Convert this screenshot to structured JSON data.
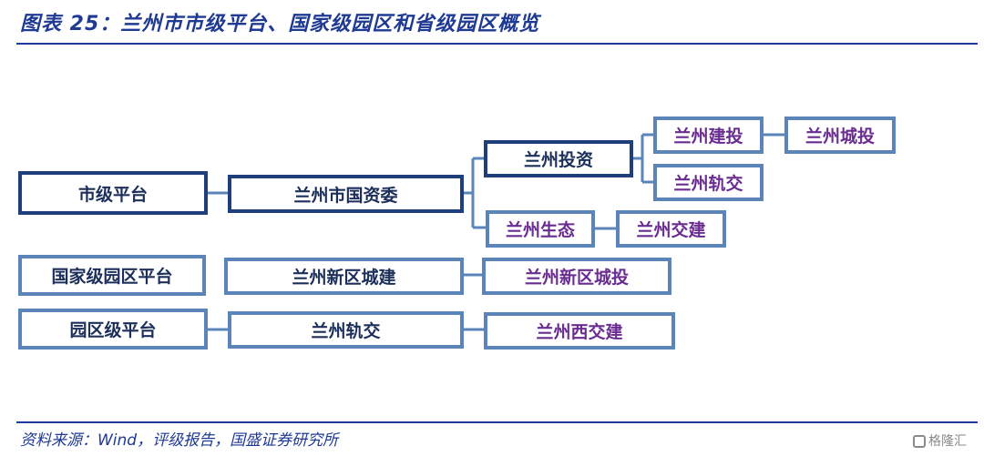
{
  "header": {
    "title": "图表 25：兰州市市级平台、国家级园区和省级园区概览"
  },
  "footer": {
    "source": "资料来源：Wind，评级报告，国盛证券研究所",
    "watermark": "格隆汇"
  },
  "diagram": {
    "nodes": {
      "city_platform": "市级平台",
      "sasac": "兰州市国资委",
      "lz_invest": "兰州投资",
      "lz_construction_invest": "兰州建投",
      "lz_city_invest": "兰州城投",
      "lz_rail_transit_top": "兰州轨交",
      "lz_ecology": "兰州生态",
      "lz_jiaojian": "兰州交建",
      "national_park_platform": "国家级园区平台",
      "lz_new_area_construction": "兰州新区城建",
      "lz_new_area_city_invest": "兰州新区城投",
      "park_platform": "园区级平台",
      "lz_rail_transit": "兰州轨交",
      "lz_west_jiaojian": "兰州西交建"
    }
  }
}
